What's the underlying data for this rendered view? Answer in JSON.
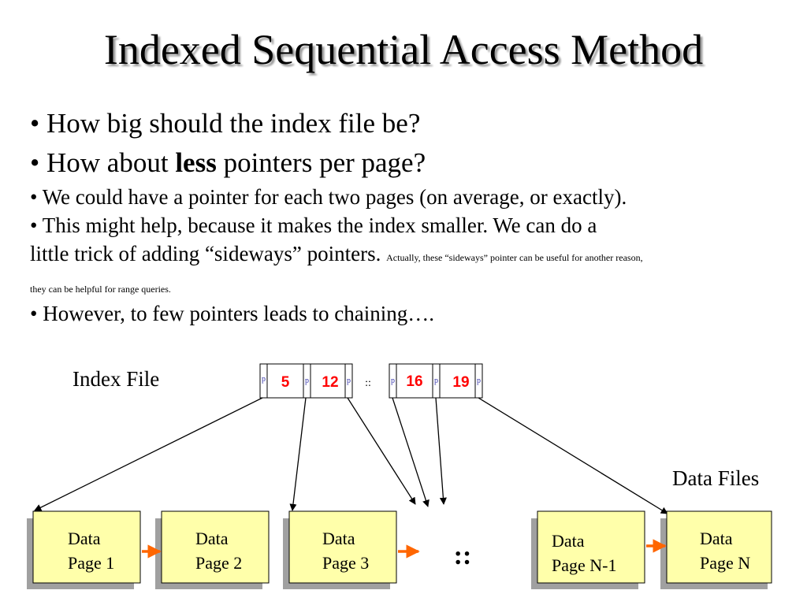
{
  "title": "Indexed Sequential Access Method",
  "bullets": {
    "b1": "• How big should the index file be?",
    "b2_pre": "• How about ",
    "b2_bold": "less",
    "b2_post": " pointers per page?",
    "b3": "• We could have a pointer for each two pages (on average, or exactly).",
    "b4_line1": "• This might help, because it makes the index smaller. We can do a",
    "b4_line2": "little trick of adding “sideways” pointers.",
    "b4_note_line1": "Actually, these “sideways” pointer can be useful for another reason,",
    "b4_note_line2": "they can be helpful for range queries.",
    "b5": "• However, to few pointers leads to chaining…."
  },
  "labels": {
    "index_file": "Index File",
    "data_files": "Data Files"
  },
  "index": {
    "pointer_label": "p",
    "keys": [
      "5",
      "12",
      "16",
      "19"
    ],
    "gap_marker": "::"
  },
  "data_pages": [
    {
      "line1": "Data",
      "line2": "Page 1"
    },
    {
      "line1": "Data",
      "line2": "Page 2"
    },
    {
      "line1": "Data",
      "line2": "Page 3"
    },
    {
      "line1": "Data",
      "line2": "Page N-1"
    },
    {
      "line1": "Data",
      "line2": "Page N"
    }
  ],
  "pages_gap_marker": "::",
  "colors": {
    "page_fill": "#ffffaa",
    "page_shadow": "#a0a0a0",
    "key_text": "#ff0000",
    "pointer_text": "#3333aa",
    "chain_arrow": "#ff6600"
  }
}
